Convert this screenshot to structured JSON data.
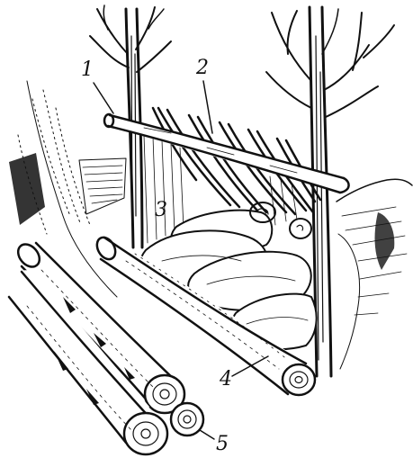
{
  "figure": {
    "labels": [
      {
        "id": "callout-1",
        "text": "1"
      },
      {
        "id": "callout-2",
        "text": "2"
      },
      {
        "id": "callout-3",
        "text": "3"
      },
      {
        "id": "callout-4",
        "text": "4"
      },
      {
        "id": "callout-5",
        "text": "5"
      }
    ],
    "colors": {
      "ink": "#111111",
      "paper": "#ffffff"
    }
  }
}
